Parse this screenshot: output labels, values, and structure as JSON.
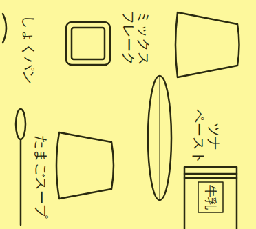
{
  "diagram": {
    "labels": [
      "しょくパン",
      "ミックス フレーク",
      "ツナ ペースト",
      "牛乳",
      "たまごスープ"
    ]
  }
}
